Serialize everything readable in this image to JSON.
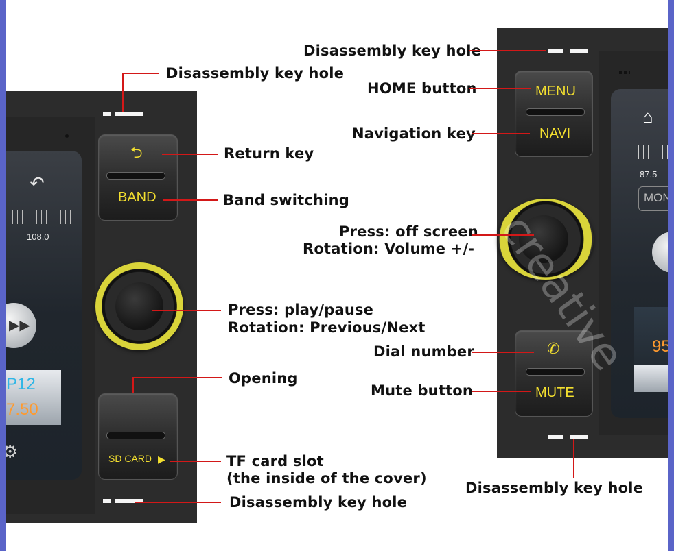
{
  "left_unit": {
    "return_symbol": "⮌",
    "band_label": "BAND",
    "sd_label": "SD CARD",
    "sd_arrow": "▶",
    "screen": {
      "back_symbol": "↶",
      "freq": "108.0",
      "preset": "P12",
      "value": "7.50"
    }
  },
  "right_unit": {
    "menu_label": "MENU",
    "navi_label": "NAVI",
    "phone_symbol": "✆",
    "mute_label": "MUTE",
    "screen": {
      "freq": "87.5",
      "mode": "MON",
      "value": "95"
    }
  },
  "watermark": "creative",
  "labels": {
    "left_top_hole": "Disassembly key hole",
    "return_key": "Return key",
    "band_switching": "Band switching",
    "knob_left_line1": "Press: play/pause",
    "knob_left_line2": "Rotation: Previous/Next",
    "opening": "Opening",
    "tf_line1": "TF card slot",
    "tf_line2": "(the inside of the cover)",
    "left_bottom_hole": "Disassembly key hole",
    "right_top_hole": "Disassembly key hole",
    "home_button": "HOME button",
    "navigation_key": "Navigation key",
    "knob_right_line1": "Press: off screen",
    "knob_right_line2": "Rotation: Volume +/-",
    "dial_number": "Dial number",
    "mute_button": "Mute button",
    "right_bottom_hole": "Disassembly key hole"
  },
  "colors": {
    "accent_yellow": "#f3df2f",
    "leader_red": "#d31818",
    "edge_blue": "#5a64c8"
  }
}
